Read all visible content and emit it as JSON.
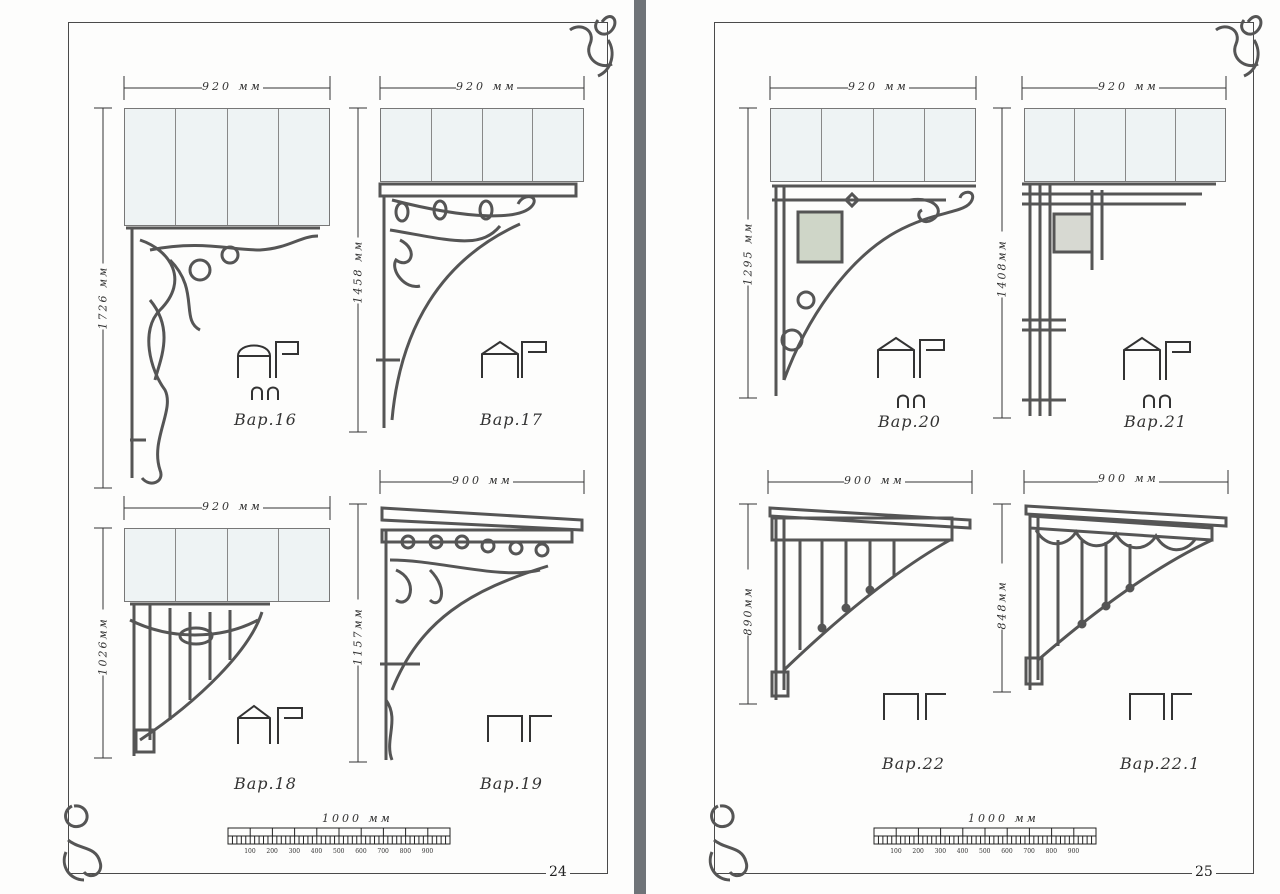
{
  "left_page": {
    "page_number": "24",
    "variants": [
      {
        "label": "Вар.16",
        "width": "920 мм",
        "height": "1726 мм"
      },
      {
        "label": "Вар.17",
        "width": "920 мм",
        "height": "1458 мм"
      },
      {
        "label": "Вар.18",
        "width": "920 мм",
        "height": "1026мм"
      },
      {
        "label": "Вар.19",
        "width": "900 мм",
        "height": "1157мм"
      }
    ],
    "scale": {
      "label": "1000 мм",
      "ticks": [
        "100",
        "200",
        "300",
        "400",
        "500",
        "600",
        "700",
        "800",
        "900"
      ]
    }
  },
  "right_page": {
    "page_number": "25",
    "variants": [
      {
        "label": "Вар.20",
        "width": "920 мм",
        "height": "1295 мм"
      },
      {
        "label": "Вар.21",
        "width": "920 мм",
        "height": "1408мм"
      },
      {
        "label": "Вар.22",
        "width": "900 мм",
        "height": "890мм"
      },
      {
        "label": "Вар.22.1",
        "width": "900 мм",
        "height": "848мм"
      }
    ],
    "scale": {
      "label": "1000 мм",
      "ticks": [
        "100",
        "200",
        "300",
        "400",
        "500",
        "600",
        "700",
        "800",
        "900"
      ]
    }
  }
}
